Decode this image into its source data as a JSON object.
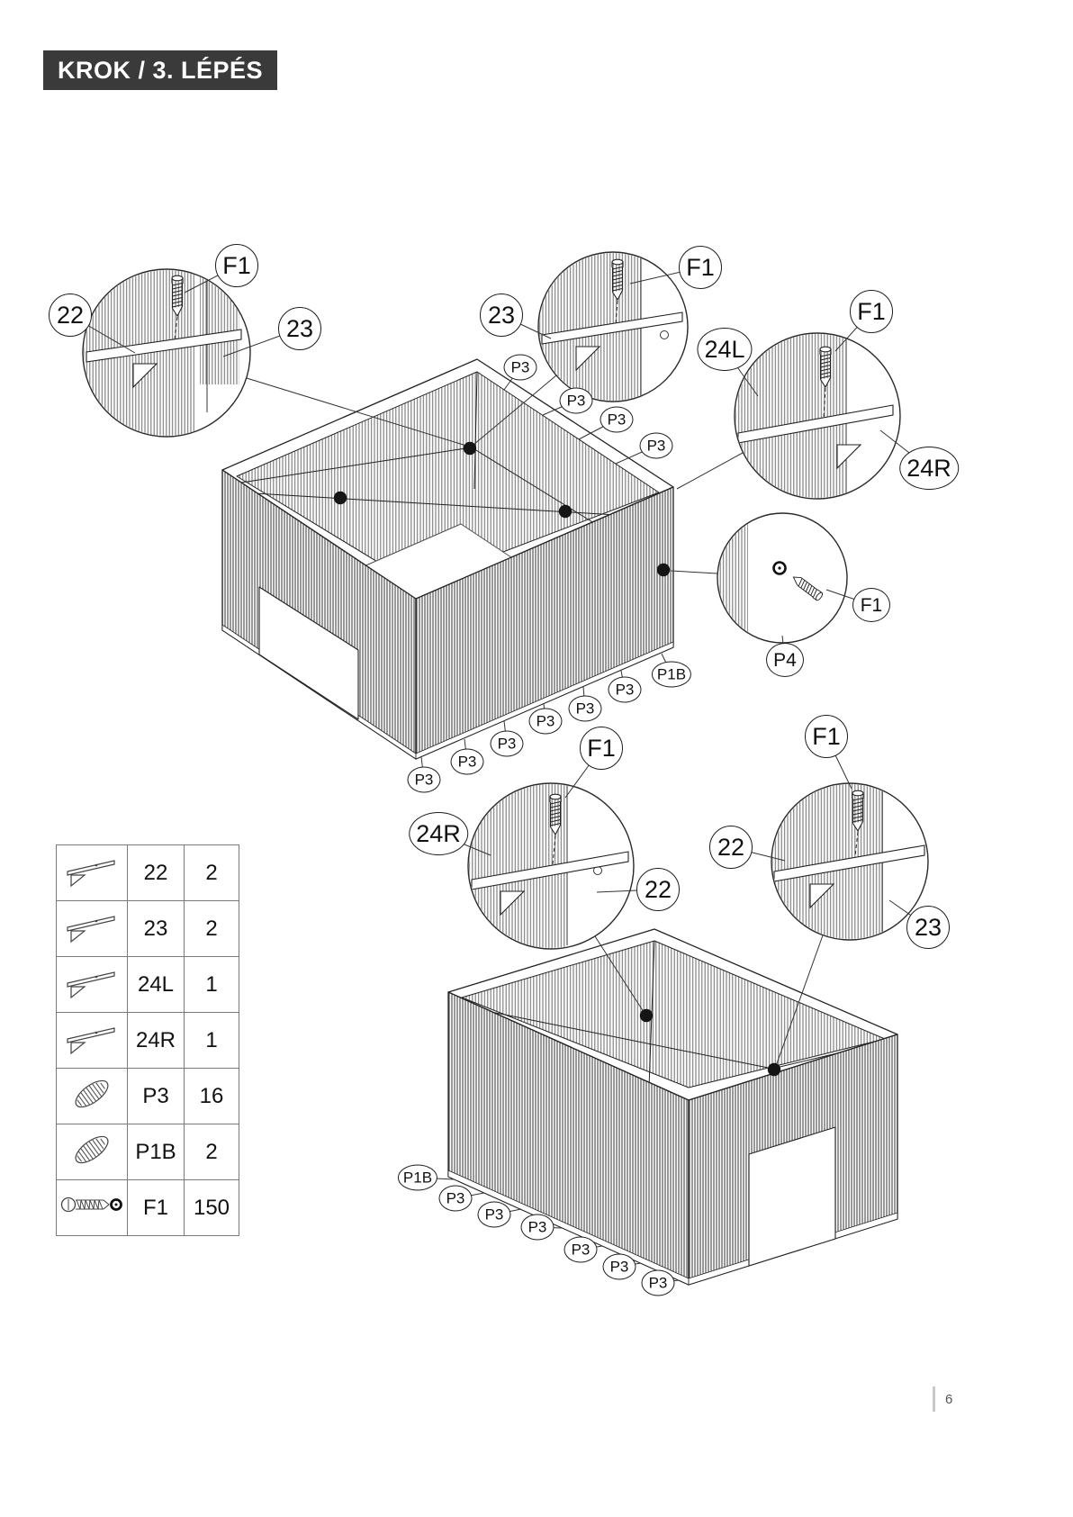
{
  "page": {
    "title_badge": "KROK / 3. LÉPÉS",
    "page_number": "6"
  },
  "colors": {
    "badge_background": "#3a3a3a",
    "drawing_line": "#222222",
    "hatch_gray": "#6e6e6e"
  },
  "callout_labels": {
    "f1": "F1",
    "p3": "P3",
    "p4": "P4",
    "p1b": "P1B",
    "part22": "22",
    "part23": "23",
    "part24l": "24L",
    "part24r": "24R"
  },
  "parts_table": {
    "rows": [
      {
        "id": "22",
        "qty": "2",
        "icon": "angle-profile-icon"
      },
      {
        "id": "23",
        "qty": "2",
        "icon": "angle-profile-icon"
      },
      {
        "id": "24L",
        "qty": "1",
        "icon": "angle-profile-icon"
      },
      {
        "id": "24R",
        "qty": "1",
        "icon": "angle-profile-icon"
      },
      {
        "id": "P3",
        "qty": "16",
        "icon": "screw-cap-icon"
      },
      {
        "id": "P1B",
        "qty": "2",
        "icon": "screw-cap-icon"
      },
      {
        "id": "F1",
        "qty": "150",
        "icon": "screw-washer-icon"
      }
    ]
  }
}
